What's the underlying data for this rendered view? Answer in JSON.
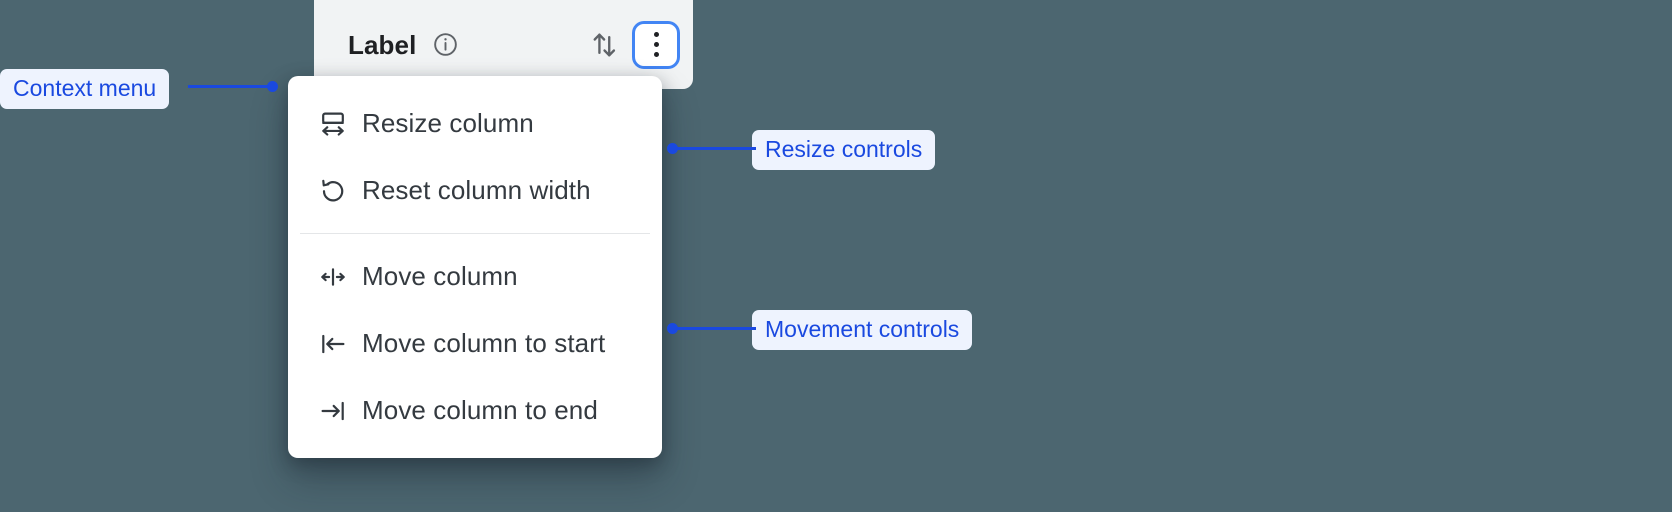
{
  "background_color": "#4c6670",
  "accent_color": "#1a49e0",
  "focus_ring_color": "#4285f4",
  "column_header": {
    "title": "Label",
    "info_icon": "info-circle-icon",
    "sort_icon": "sort-up-down-icon",
    "overflow_icon": "more-vertical-icon",
    "background_color": "#f1f3f4"
  },
  "context_menu": {
    "groups": [
      {
        "name": "resize-controls",
        "items": [
          {
            "icon": "resize-column-icon",
            "label": "Resize column"
          },
          {
            "icon": "reset-width-icon",
            "label": "Reset column width"
          }
        ]
      },
      {
        "name": "movement-controls",
        "items": [
          {
            "icon": "move-column-icon",
            "label": "Move column"
          },
          {
            "icon": "move-to-start-icon",
            "label": "Move column to start"
          },
          {
            "icon": "move-to-end-icon",
            "label": "Move column to end"
          }
        ]
      }
    ]
  },
  "annotations": [
    {
      "id": "context-menu",
      "label": "Context menu"
    },
    {
      "id": "resize",
      "label": "Resize controls"
    },
    {
      "id": "movement",
      "label": "Movement controls"
    }
  ]
}
